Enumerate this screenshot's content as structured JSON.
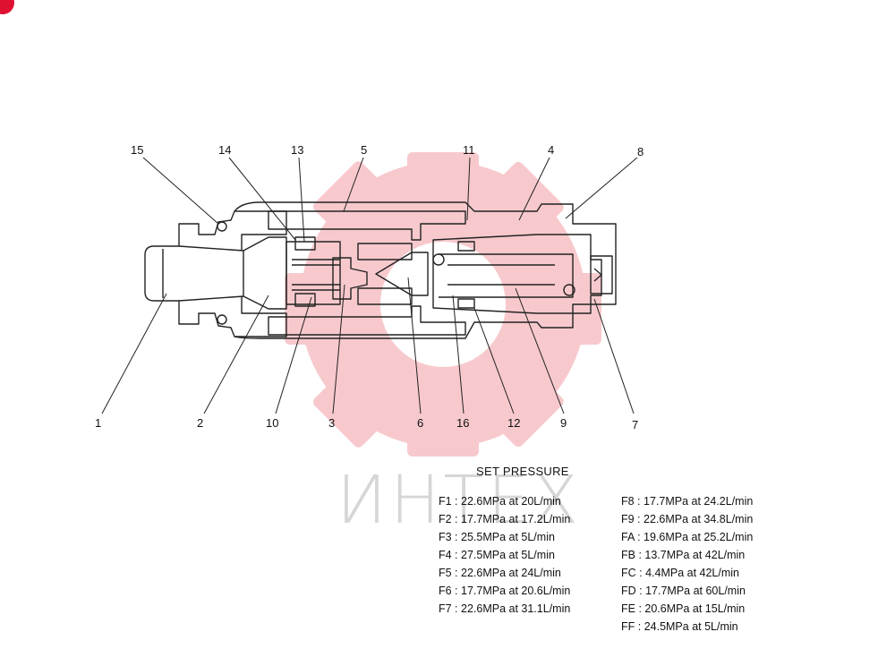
{
  "callouts": {
    "n1": "1",
    "n2": "2",
    "n3": "3",
    "n4": "4",
    "n5": "5",
    "n6": "6",
    "n7": "7",
    "n8": "8",
    "n9": "9",
    "n10": "10",
    "n11": "11",
    "n12": "12",
    "n13": "13",
    "n14": "14",
    "n15": "15",
    "n16": "16"
  },
  "watermark": {
    "text": "ИНТЕХ",
    "color": "#f7c9cd"
  },
  "set_pressure": {
    "title": "SET PRESSURE",
    "left": [
      "F1 : 22.6MPa  at  20L/min",
      "F2 : 17.7MPa  at  17.2L/min",
      "F3 : 25.5MPa  at  5L/min",
      "F4 : 27.5MPa  at  5L/min",
      "F5 : 22.6MPa  at  24L/min",
      "F6 : 17.7MPa  at  20.6L/min",
      "F7 : 22.6MPa  at  31.1L/min"
    ],
    "right": [
      "F8 : 17.7MPa  at  24.2L/min",
      "F9 : 22.6MPa  at  34.8L/min",
      "FA : 19.6MPa  at  25.2L/min",
      "FB : 13.7MPa  at  42L/min",
      "FC : 4.4MPa  at  42L/min",
      "FD : 17.7MPa  at  60L/min",
      "FE : 20.6MPa  at  15L/min",
      "FF : 24.5MPa  at  5L/min"
    ]
  }
}
